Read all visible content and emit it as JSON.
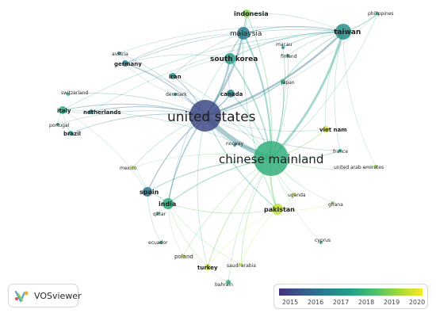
{
  "legend": {
    "colorscale": [
      "#46327e",
      "#365c8d",
      "#277f8e",
      "#1fa187",
      "#4ac16d",
      "#a0da39",
      "#fde725"
    ],
    "ticks": [
      "2015",
      "2016",
      "2017",
      "2018",
      "2019",
      "2020"
    ]
  },
  "logo": {
    "text": "VOSviewer"
  },
  "nodes": [
    {
      "id": "us",
      "label": "united states",
      "year": 2015.3,
      "size": 20
    },
    {
      "id": "cn",
      "label": "chinese mainland",
      "year": 2017.9,
      "size": 22
    },
    {
      "id": "tw",
      "label": "taiwan",
      "year": 2017.0,
      "size": 10
    },
    {
      "id": "my",
      "label": "malaysia",
      "year": 2016.5,
      "size": 8
    },
    {
      "id": "id",
      "label": "indonesia",
      "year": 2019.0,
      "size": 5
    },
    {
      "id": "sk",
      "label": "south korea",
      "year": 2017.4,
      "size": 7
    },
    {
      "id": "ph",
      "label": "philippines",
      "year": 2018.0,
      "size": 2
    },
    {
      "id": "mc",
      "label": "macau",
      "year": 2017.0,
      "size": 2
    },
    {
      "id": "fi",
      "label": "finland",
      "year": 2017.0,
      "size": 2
    },
    {
      "id": "au",
      "label": "austria",
      "year": 2017.0,
      "size": 2
    },
    {
      "id": "de",
      "label": "germany",
      "year": 2016.5,
      "size": 4
    },
    {
      "id": "ir",
      "label": "iran",
      "year": 2017.0,
      "size": 4
    },
    {
      "id": "dk",
      "label": "denmark",
      "year": 2017.0,
      "size": 2
    },
    {
      "id": "ca",
      "label": "canada",
      "year": 2016.6,
      "size": 5
    },
    {
      "id": "jp",
      "label": "japan",
      "year": 2018.0,
      "size": 3
    },
    {
      "id": "ch",
      "label": "switzerland",
      "year": 2018.0,
      "size": 2
    },
    {
      "id": "it",
      "label": "italy",
      "year": 2017.8,
      "size": 5
    },
    {
      "id": "nl",
      "label": "netherlands",
      "year": 2016.8,
      "size": 3
    },
    {
      "id": "pt",
      "label": "portugal",
      "year": 2018.0,
      "size": 2
    },
    {
      "id": "br",
      "label": "brazil",
      "year": 2017.4,
      "size": 3
    },
    {
      "id": "no",
      "label": "norway",
      "year": 2017.0,
      "size": 2
    },
    {
      "id": "vn",
      "label": "viet nam",
      "year": 2019.8,
      "size": 4
    },
    {
      "id": "fr",
      "label": "france",
      "year": 2017.5,
      "size": 2
    },
    {
      "id": "ae",
      "label": "united arab emirates",
      "year": 2019.3,
      "size": 2
    },
    {
      "id": "mx",
      "label": "mexico",
      "year": 2019.5,
      "size": 2
    },
    {
      "id": "es",
      "label": "spain",
      "year": 2016.4,
      "size": 6
    },
    {
      "id": "in",
      "label": "india",
      "year": 2017.8,
      "size": 7
    },
    {
      "id": "qa",
      "label": "qatar",
      "year": 2018.0,
      "size": 2
    },
    {
      "id": "pk",
      "label": "pakistan",
      "year": 2019.6,
      "size": 7
    },
    {
      "id": "ug",
      "label": "uganda",
      "year": 2019.5,
      "size": 2
    },
    {
      "id": "gh",
      "label": "ghana",
      "year": 2019.0,
      "size": 2
    },
    {
      "id": "cy",
      "label": "cyprus",
      "year": 2018.0,
      "size": 2
    },
    {
      "id": "ec",
      "label": "ecuador",
      "year": 2017.5,
      "size": 2
    },
    {
      "id": "pl",
      "label": "poland",
      "year": 2019.5,
      "size": 2
    },
    {
      "id": "tr",
      "label": "turkey",
      "year": 2019.8,
      "size": 4
    },
    {
      "id": "sa",
      "label": "saudi arabia",
      "year": 2019.5,
      "size": 2
    },
    {
      "id": "bh",
      "label": "bahrain",
      "year": 2018.0,
      "size": 3
    }
  ],
  "edges": [
    [
      "us",
      "cn",
      6
    ],
    [
      "us",
      "tw",
      2.5
    ],
    [
      "us",
      "my",
      1.5
    ],
    [
      "us",
      "sk",
      2
    ],
    [
      "us",
      "ca",
      1.5
    ],
    [
      "us",
      "de",
      1
    ],
    [
      "us",
      "ir",
      1
    ],
    [
      "us",
      "it",
      1
    ],
    [
      "us",
      "nl",
      1
    ],
    [
      "us",
      "es",
      1.2
    ],
    [
      "us",
      "in",
      1.5
    ],
    [
      "us",
      "jp",
      1
    ],
    [
      "us",
      "id",
      1
    ],
    [
      "us",
      "br",
      0.8
    ],
    [
      "us",
      "ch",
      0.6
    ],
    [
      "us",
      "dk",
      0.6
    ],
    [
      "us",
      "au",
      0.6
    ],
    [
      "us",
      "pk",
      1
    ],
    [
      "us",
      "no",
      0.6
    ],
    [
      "us",
      "mx",
      0.6
    ],
    [
      "us",
      "fr",
      0.6
    ],
    [
      "us",
      "pt",
      0.6
    ],
    [
      "us",
      "tr",
      0.6
    ],
    [
      "us",
      "vn",
      0.6
    ],
    [
      "us",
      "ph",
      0.5
    ],
    [
      "cn",
      "tw",
      3
    ],
    [
      "cn",
      "my",
      2
    ],
    [
      "cn",
      "sk",
      1.5
    ],
    [
      "cn",
      "pk",
      2
    ],
    [
      "cn",
      "in",
      1.2
    ],
    [
      "cn",
      "ca",
      1
    ],
    [
      "cn",
      "jp",
      1
    ],
    [
      "cn",
      "vn",
      1
    ],
    [
      "cn",
      "fr",
      0.8
    ],
    [
      "cn",
      "ae",
      0.8
    ],
    [
      "cn",
      "ug",
      0.6
    ],
    [
      "cn",
      "gh",
      0.6
    ],
    [
      "cn",
      "tr",
      1
    ],
    [
      "cn",
      "sa",
      0.8
    ],
    [
      "cn",
      "pl",
      0.7
    ],
    [
      "cn",
      "es",
      1
    ],
    [
      "cn",
      "id",
      1
    ],
    [
      "cn",
      "fi",
      0.6
    ],
    [
      "cn",
      "mc",
      0.7
    ],
    [
      "cn",
      "ph",
      0.6
    ],
    [
      "cn",
      "de",
      0.6
    ],
    [
      "cn",
      "no",
      0.6
    ],
    [
      "cn",
      "mx",
      0.6
    ],
    [
      "cn",
      "cy",
      0.5
    ],
    [
      "cn",
      "bh",
      0.5
    ],
    [
      "cn",
      "it",
      0.6
    ],
    [
      "cn",
      "ir",
      0.6
    ],
    [
      "tw",
      "my",
      1
    ],
    [
      "tw",
      "sk",
      1
    ],
    [
      "tw",
      "ph",
      1
    ],
    [
      "tw",
      "mc",
      0.8
    ],
    [
      "tw",
      "fi",
      0.6
    ],
    [
      "tw",
      "jp",
      0.8
    ],
    [
      "tw",
      "de",
      0.7
    ],
    [
      "tw",
      "it",
      0.6
    ],
    [
      "tw",
      "au",
      0.5
    ],
    [
      "tw",
      "nl",
      0.5
    ],
    [
      "tw",
      "id",
      0.6
    ],
    [
      "tw",
      "vn",
      0.6
    ],
    [
      "tw",
      "ae",
      0.5
    ],
    [
      "tw",
      "fr",
      0.5
    ],
    [
      "my",
      "id",
      1
    ],
    [
      "my",
      "sk",
      0.8
    ],
    [
      "my",
      "in",
      0.6
    ],
    [
      "my",
      "ir",
      0.6
    ],
    [
      "my",
      "pk",
      0.8
    ],
    [
      "my",
      "de",
      0.6
    ],
    [
      "sk",
      "ir",
      0.5
    ],
    [
      "sk",
      "de",
      0.5
    ],
    [
      "sk",
      "ca",
      0.5
    ],
    [
      "in",
      "es",
      0.8
    ],
    [
      "in",
      "pk",
      0.8
    ],
    [
      "in",
      "qa",
      0.5
    ],
    [
      "in",
      "pl",
      0.5
    ],
    [
      "in",
      "sa",
      0.6
    ],
    [
      "in",
      "tr",
      0.6
    ],
    [
      "es",
      "it",
      0.5
    ],
    [
      "es",
      "mx",
      0.5
    ],
    [
      "es",
      "ec",
      0.5
    ],
    [
      "pk",
      "sa",
      0.6
    ],
    [
      "pk",
      "tr",
      0.6
    ],
    [
      "pk",
      "gh",
      0.5
    ],
    [
      "pk",
      "ug",
      0.5
    ],
    [
      "it",
      "nl",
      0.5
    ],
    [
      "it",
      "pt",
      0.5
    ],
    [
      "it",
      "br",
      0.5
    ],
    [
      "tr",
      "bh",
      0.5
    ],
    [
      "tr",
      "sa",
      0.5
    ],
    [
      "de",
      "au",
      0.5
    ],
    [
      "de",
      "dk",
      0.5
    ]
  ]
}
